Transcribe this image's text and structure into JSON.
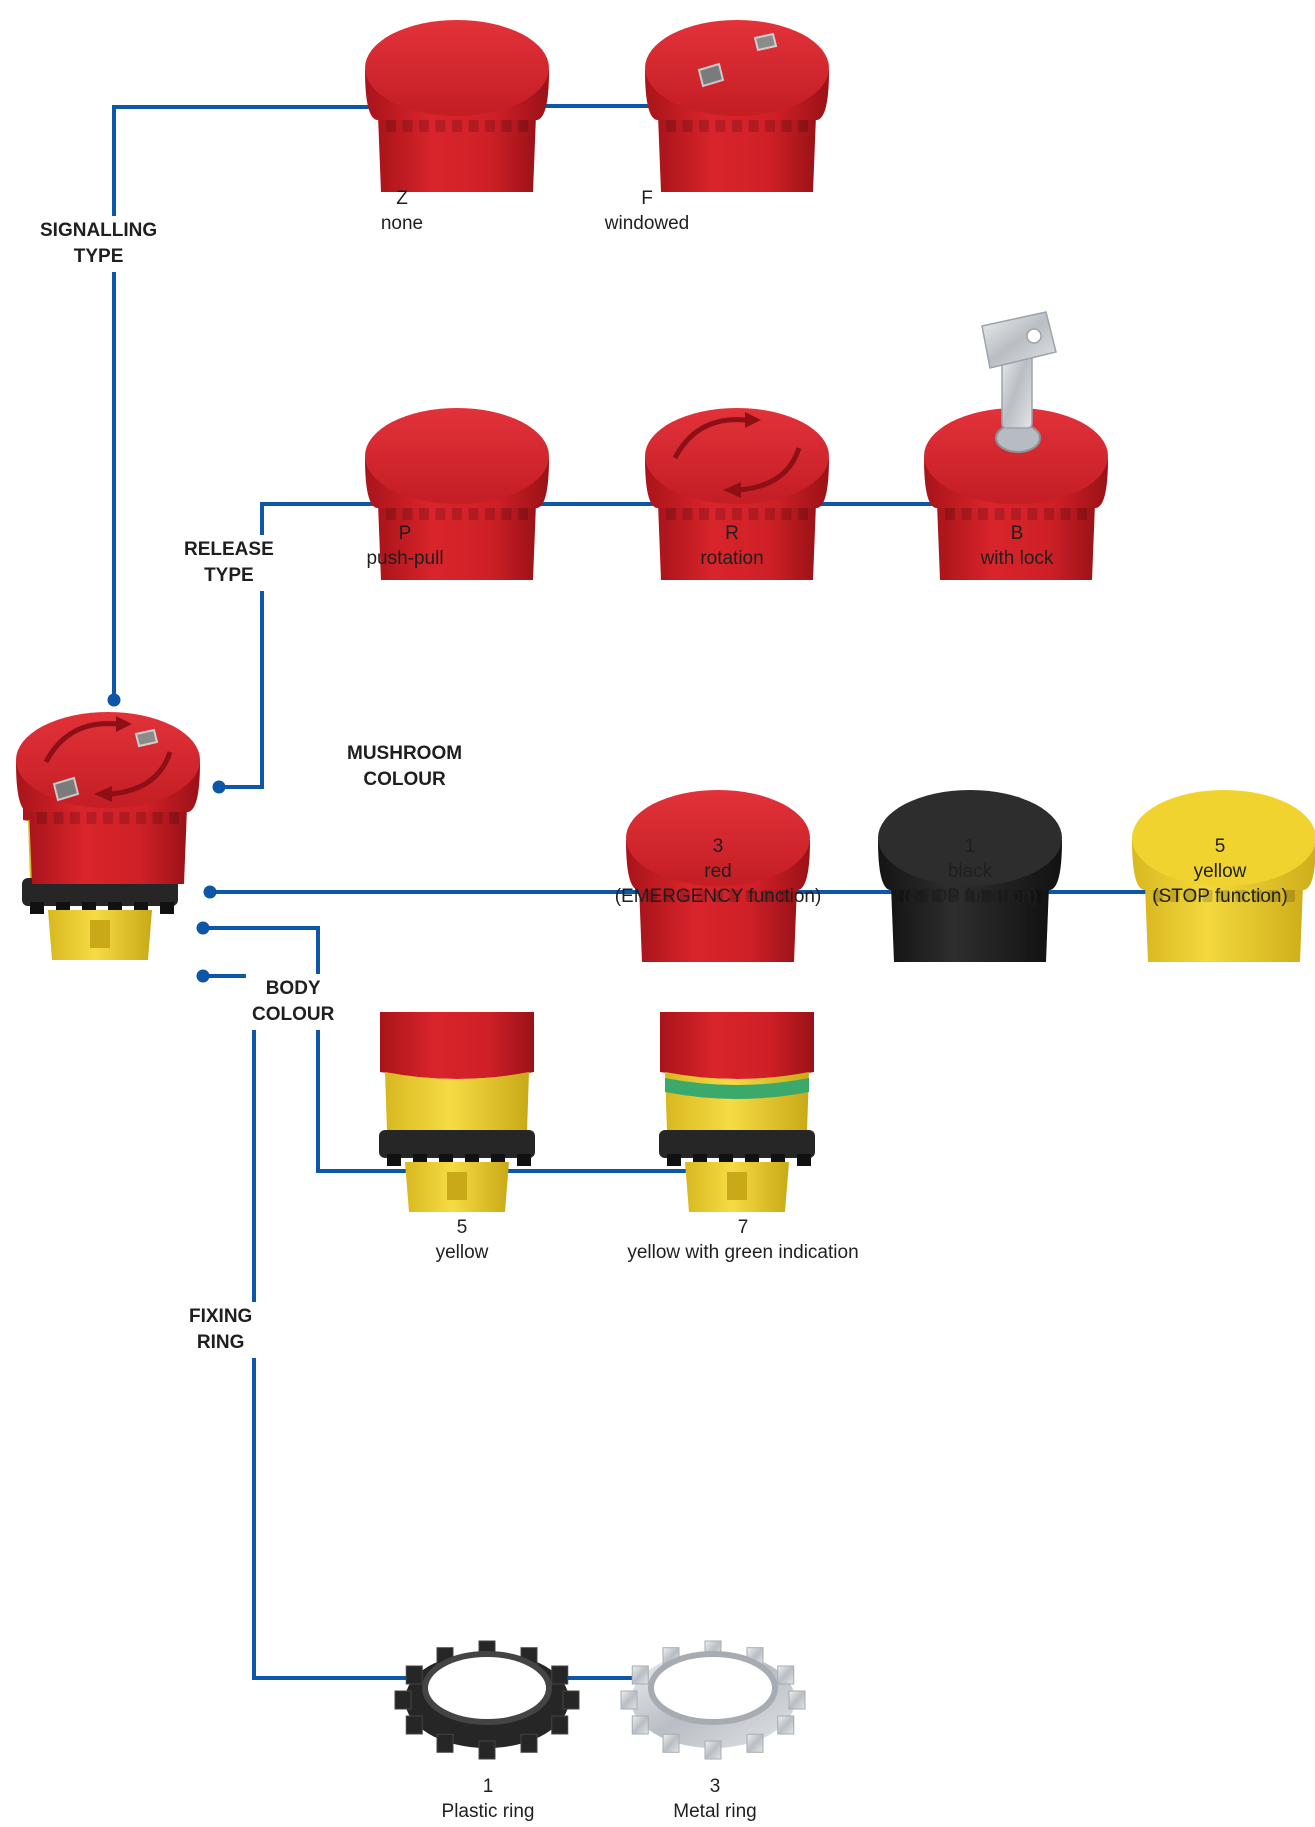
{
  "colors": {
    "connector": "#0d56a8",
    "mushroom_red": "#d9242b",
    "mushroom_black": "#262626",
    "mushroom_yellow": "#f0d32f",
    "body_yellow": "#f2d33b",
    "indicator_green": "#3aa96b",
    "ring_black": "#262626",
    "ring_metal": "#c9cdd2"
  },
  "categories": {
    "signalling": [
      "SIGNALLING",
      "TYPE"
    ],
    "release": [
      "RELEASE",
      "TYPE"
    ],
    "mushroom": [
      "MUSHROOM",
      "COLOUR"
    ],
    "body": [
      "BODY",
      "COLOUR"
    ],
    "fixing": [
      "FIXING",
      "RING"
    ]
  },
  "options": {
    "signalling": [
      {
        "code": "Z",
        "desc": "none"
      },
      {
        "code": "F",
        "desc": "windowed"
      }
    ],
    "release": [
      {
        "code": "P",
        "desc": "push-pull"
      },
      {
        "code": "R",
        "desc": "rotation"
      },
      {
        "code": "B",
        "desc": "with lock"
      }
    ],
    "mushroom": [
      {
        "code": "3",
        "desc": "red",
        "note": "(EMERGENCY function)"
      },
      {
        "code": "1",
        "desc": "black",
        "note": "(STOP function)"
      },
      {
        "code": "5",
        "desc": "yellow",
        "note": "(STOP function)"
      }
    ],
    "body": [
      {
        "code": "5",
        "desc": "yellow"
      },
      {
        "code": "7",
        "desc": "yellow with green indication"
      }
    ],
    "fixing": [
      {
        "code": "1",
        "desc": "Plastic ring"
      },
      {
        "code": "3",
        "desc": "Metal ring"
      }
    ]
  }
}
